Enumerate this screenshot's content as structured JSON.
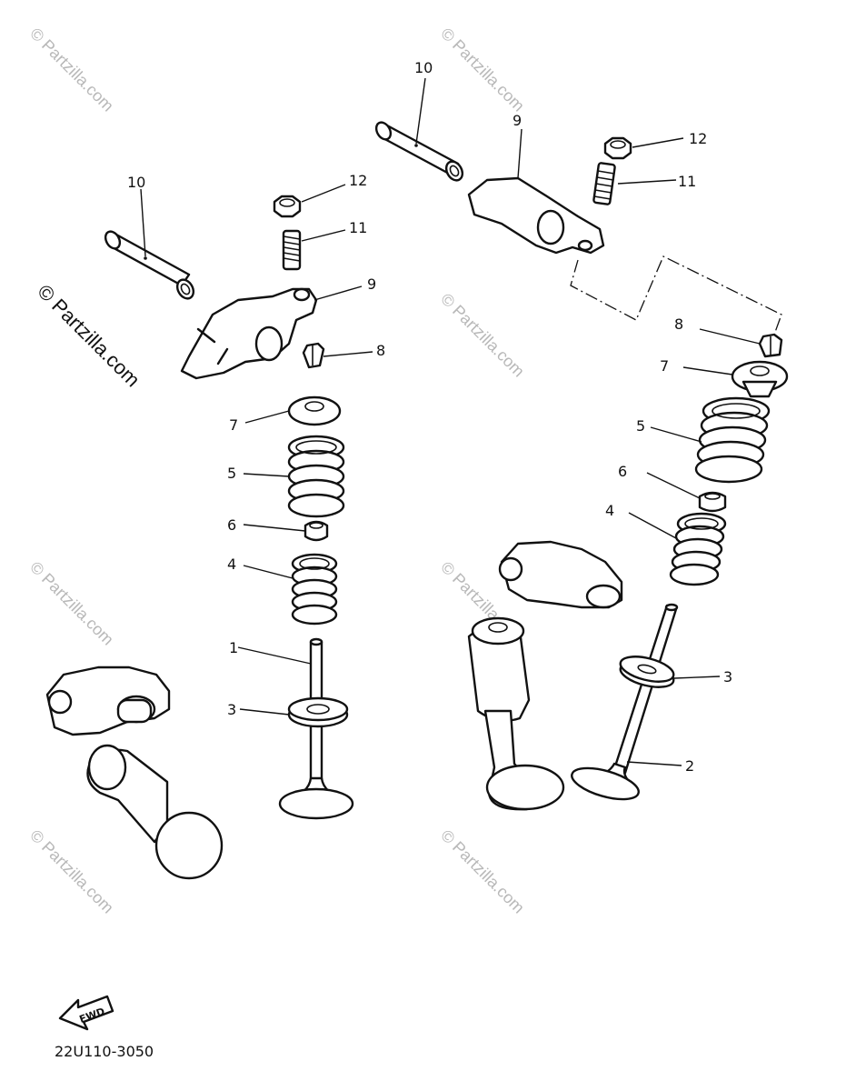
{
  "diagram": {
    "code": "22U110-3050",
    "fwd_label": "FWD",
    "watermark": "© Partzilla.com",
    "labels": {
      "l_pin": "10",
      "l_nut": "12",
      "l_screw": "11",
      "l_arm": "9",
      "l_cotter": "8",
      "l_retainer": "7",
      "l_outer_spring": "5",
      "l_seal": "6",
      "l_inner_spring": "4",
      "l_valve": "1",
      "l_seat": "3",
      "r_pin": "10",
      "r_arm": "9",
      "r_nut": "12",
      "r_screw": "11",
      "r_cotter": "8",
      "r_retainer": "7",
      "r_outer_spring": "5",
      "r_seal": "6",
      "r_inner_spring": "4",
      "r_seat": "3",
      "r_valve": "2"
    }
  }
}
